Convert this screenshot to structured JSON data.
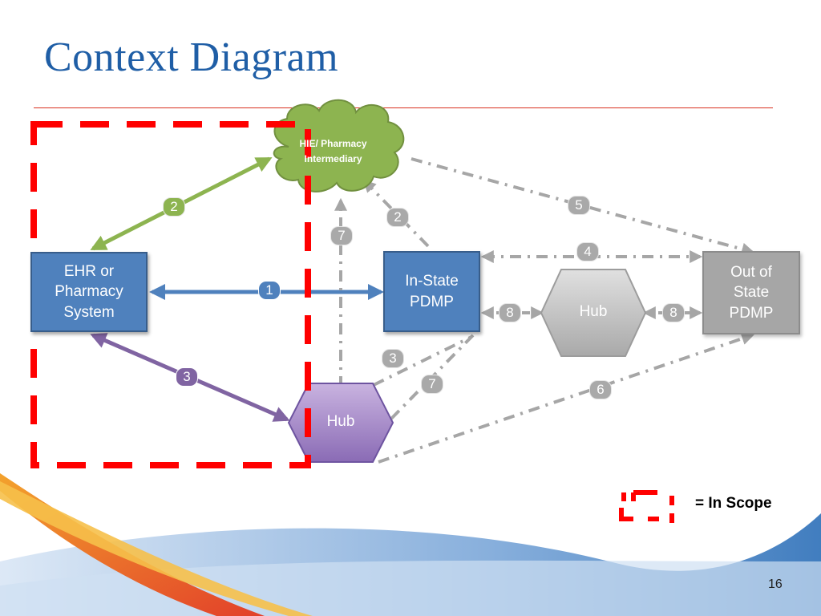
{
  "slide": {
    "title": "Context Diagram",
    "page_number": "16"
  },
  "nodes": {
    "ehr": "EHR or Pharmacy System",
    "hie": "HIE/ Pharmacy Intermediary",
    "instate_pdmp": "In-State PDMP",
    "hub_purple": "Hub",
    "hub_gray": "Hub",
    "outofstate_pdmp": "Out of State PDMP"
  },
  "flow_labels": {
    "ehr_instate": "1",
    "ehr_hie": "2",
    "hie_instate": "2",
    "ehr_hub": "3",
    "hub_instate": "3",
    "instate_outofstate": "4",
    "hie_outofstate": "5",
    "hub_outofstate": "6",
    "hub_hie": "7",
    "hub_instate_7": "7",
    "instate_hub_gray": "8",
    "hub_gray_outofstate": "8"
  },
  "legend": {
    "label": "= In Scope"
  },
  "colors": {
    "title": "#1f5ea6",
    "scope_dash": "#ff0000",
    "blue_flow": "#4f81bd",
    "green_flow": "#8db450",
    "purple_flow": "#8064a2",
    "gray_flow": "#a6a6a6"
  }
}
